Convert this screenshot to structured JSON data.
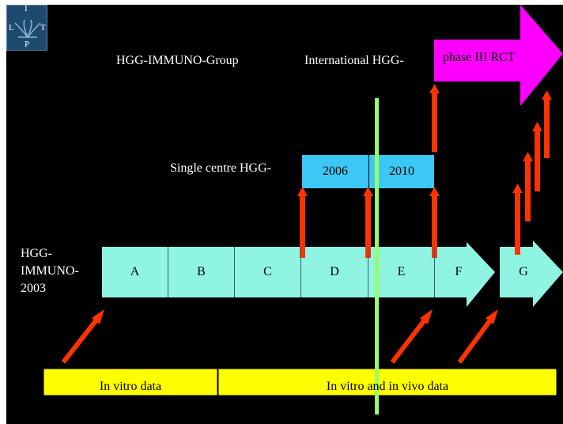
{
  "logo": {
    "letters": [
      "I",
      "L",
      "T",
      "P"
    ]
  },
  "labels": {
    "group": "HGG-IMMUNO-Group",
    "international": "International HGG-",
    "phase3": "phase III RCT",
    "single_centre": "Single centre HGG-",
    "year_a": "2006",
    "year_b": "2010",
    "immuno_line1": "HGG-",
    "immuno_line2": "IMMUNO-",
    "immuno_line3": "2003"
  },
  "segments": [
    "A",
    "B",
    "C",
    "D",
    "E",
    "F",
    "G"
  ],
  "bottom_bar": {
    "left": "In vitro data",
    "right": "In vitro and in vivo data"
  },
  "colors": {
    "background": "#000000",
    "cyan_bar": "#8ff5e2",
    "blue_box": "#3cc8f5",
    "magenta": "#ff00ff",
    "red_arrow": "#ff3300",
    "green_line": "#99ff66",
    "yellow_bar": "#ffff00"
  }
}
